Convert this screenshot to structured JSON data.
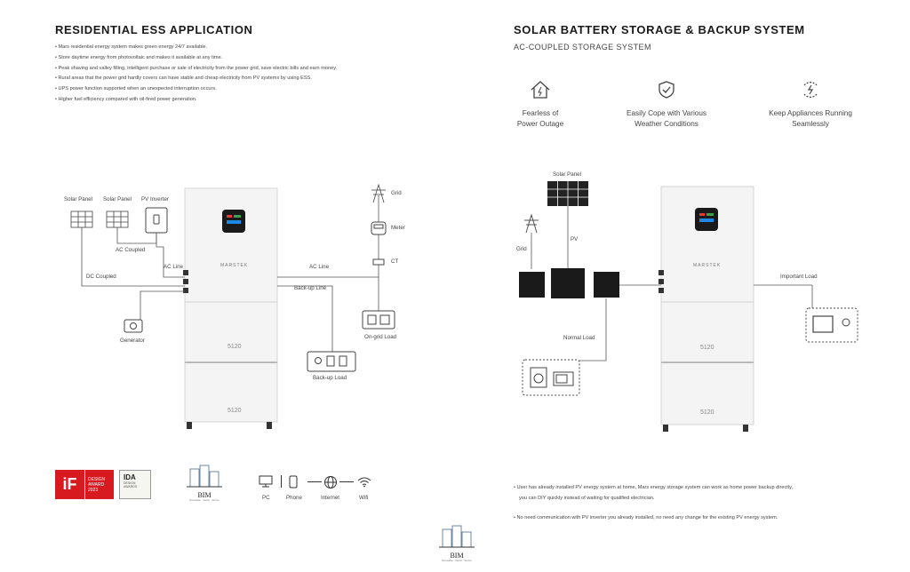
{
  "left": {
    "title": "RESIDENTIAL ESS APPLICATION",
    "bullets": [
      "Mars residential energy system makes green energy 24/7 available.",
      "Store daytime energy from photovoltaic and makes it available at any time.",
      "Peak shaving and valley filling, intelligent purchase or sale of electricity from the power grid, save electric bills and earn money.",
      "Rural areas that the power grid hardly covers can have stable and cheap electricity from PV systems by using ESS.",
      "UPS power function supported when an unexpected interruption occurs.",
      "Higher fuel efficiency compared with oil-fired power generation."
    ],
    "diagram": {
      "solar_panel_1": "Solar Panel",
      "solar_panel_2": "Solar Panel",
      "pv_inverter": "PV Inverter",
      "ac_coupled": "AC Coupled",
      "ac_line_1": "AC Line",
      "dc_coupled": "DC Coupled",
      "generator": "Generator",
      "grid": "Grid",
      "meter": "Meter",
      "ct": "CT",
      "ac_line_2": "AC Line",
      "backup_line": "Back-up Line",
      "ongrid_load": "On-grid Load",
      "backup_load": "Back-up Load",
      "brand": "MARSTEK",
      "module_1": "5120",
      "module_2": "5120"
    },
    "badges": {
      "if_line1": "DESIGN",
      "if_line2": "AWARD",
      "if_line3": "2023",
      "if_mark": "iF",
      "ida_mark": "IDA",
      "ida_text": "DESIGN AWARDS",
      "bim_text": "BIM",
      "bim_sub": "Renovation · Interior · Service"
    },
    "connectivity": {
      "pc": "PC",
      "phone": "Phone",
      "internet": "Internet",
      "wifi": "Wifi"
    }
  },
  "right": {
    "title": "SOLAR BATTERY STORAGE & BACKUP SYSTEM",
    "subtitle": "AC-COUPLED STORAGE SYSTEM",
    "features": [
      {
        "line1": "Fearless of",
        "line2": "Power Outage",
        "icon": "home-power-icon"
      },
      {
        "line1": "Easily Cope with Various",
        "line2": "Weather Conditions",
        "icon": "shield-check-icon"
      },
      {
        "line1": "Keep Appliances Running",
        "line2": "Seamlessly",
        "icon": "power-cycle-icon"
      }
    ],
    "diagram": {
      "solar_panel": "Solar Panel",
      "grid": "Grid",
      "pv": "PV",
      "important_load": "Important Load",
      "normal_load": "Normal Load",
      "brand": "MARSTEK",
      "module_1": "5120",
      "module_2": "5120"
    },
    "notes": [
      "User has already installed PV energy system at home, Mars energy storage system can work as home power backup directly,",
      "you can DIY quickly instead of waiting for qualified electrician.",
      "No need communication with PV inverter you already installed, no need any change for the existing PV energy system."
    ]
  },
  "footer": {
    "bim_text": "BIM",
    "bim_sub": "Renovation · Interior · Service"
  },
  "colors": {
    "if_red": "#d71920",
    "line": "#555555",
    "screen": "#1a1a1a"
  }
}
